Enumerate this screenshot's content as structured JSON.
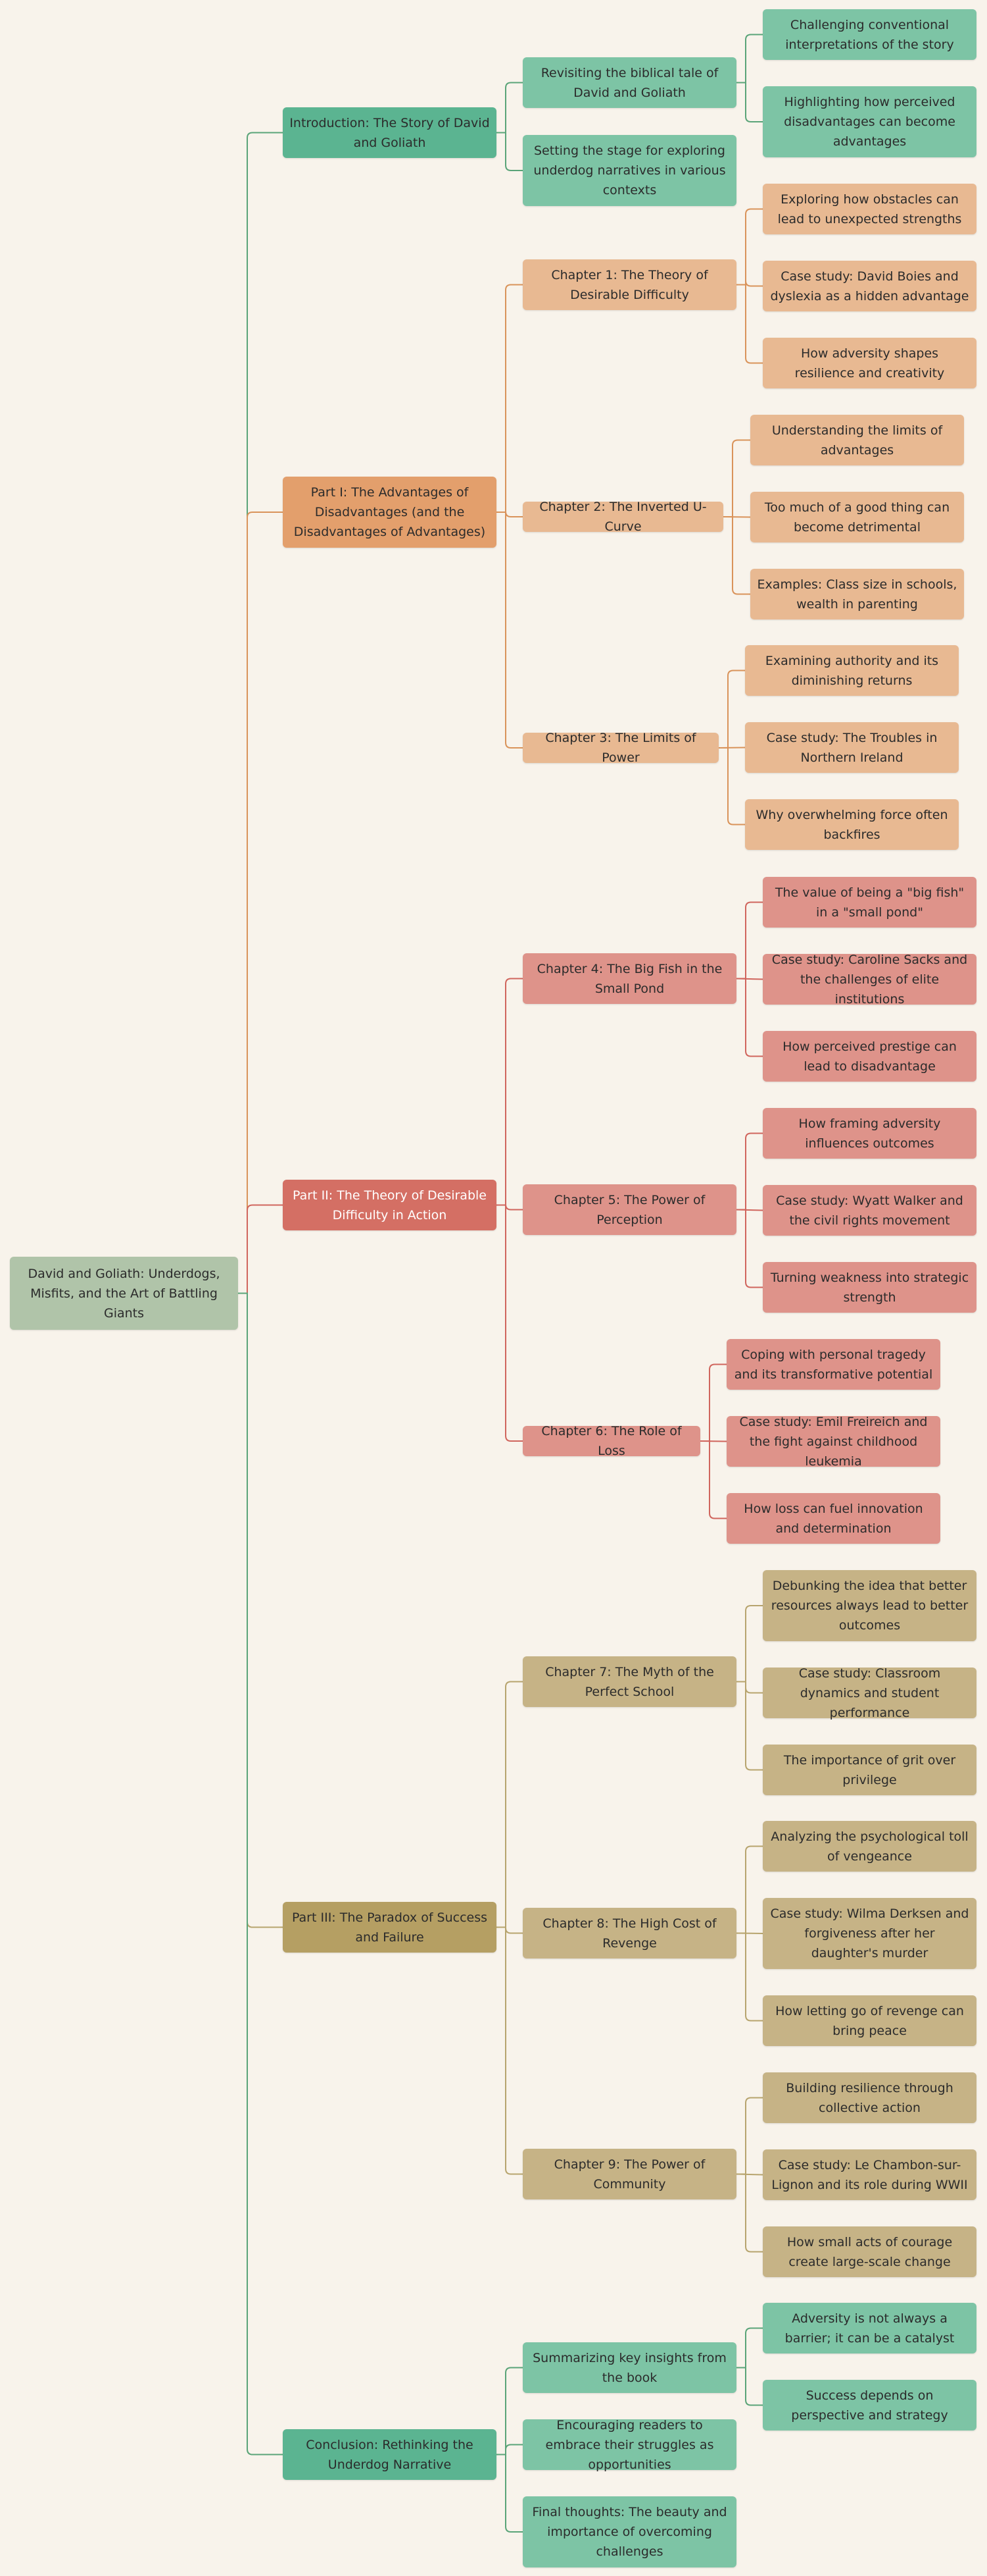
{
  "colors": {
    "root": "#b0c4a9",
    "intro_main": "#5bb491",
    "intro_sub": "#7dc4a5",
    "p1_main": "#e39f6c",
    "p1_sub": "#e8b992",
    "p2_main": "#d46f64",
    "p2_sub": "#de938a",
    "p3_main": "#b59f63",
    "p3_sub": "#c6b386",
    "concl_main": "#5bb491",
    "concl_sub": "#7dc4a5",
    "line_green": "#5aa478",
    "line_orange": "#d9935a",
    "line_red": "#d0655d",
    "line_olive": "#b7a46e",
    "background": "#f8f3eb"
  },
  "mindmap": {
    "root": "David and Goliath: Underdogs, Misfits, and the Art of Battling Giants",
    "intro": {
      "label": "Introduction: The Story of David and Goliath",
      "c1": {
        "label": "Revisiting the biblical tale of David and Goliath",
        "l1": "Challenging conventional interpretations of the story",
        "l2": "Highlighting how perceived disadvantages can become advantages"
      },
      "c2": {
        "label": "Setting the stage for exploring underdog narratives in various contexts"
      }
    },
    "p1": {
      "label": "Part I: The Advantages of Disadvantages (and the Disadvantages of Advantages)",
      "ch1": {
        "label": "Chapter 1: The Theory of Desirable Difficulty",
        "l1": "Exploring how obstacles can lead to unexpected strengths",
        "l2": "Case study: David Boies and dyslexia as a hidden advantage",
        "l3": "How adversity shapes resilience and creativity"
      },
      "ch2": {
        "label": "Chapter 2: The Inverted U-Curve",
        "l1": "Understanding the limits of advantages",
        "l2": "Too much of a good thing can become detrimental",
        "l3": "Examples: Class size in schools, wealth in parenting"
      },
      "ch3": {
        "label": "Chapter 3: The Limits of Power",
        "l1": "Examining authority and its diminishing returns",
        "l2": "Case study: The Troubles in Northern Ireland",
        "l3": "Why overwhelming force often backfires"
      }
    },
    "p2": {
      "label": "Part II: The Theory of Desirable Difficulty in Action",
      "ch4": {
        "label": "Chapter 4: The Big Fish in the Small Pond",
        "l1": "The value of being a \"big fish\" in a \"small pond\"",
        "l2": "Case study: Caroline Sacks and the challenges of elite institutions",
        "l3": "How perceived prestige can lead to disadvantage"
      },
      "ch5": {
        "label": "Chapter 5: The Power of Perception",
        "l1": "How framing adversity influences outcomes",
        "l2": "Case study: Wyatt Walker and the civil rights movement",
        "l3": "Turning weakness into strategic strength"
      },
      "ch6": {
        "label": "Chapter 6: The Role of Loss",
        "l1": "Coping with personal tragedy and its transformative potential",
        "l2": "Case study: Emil Freireich and the fight against childhood leukemia",
        "l3": "How loss can fuel innovation and determination"
      }
    },
    "p3": {
      "label": "Part III: The Paradox of Success and Failure",
      "ch7": {
        "label": "Chapter 7: The Myth of the Perfect School",
        "l1": "Debunking the idea that better resources always lead to better outcomes",
        "l2": "Case study: Classroom dynamics and student performance",
        "l3": "The importance of grit over privilege"
      },
      "ch8": {
        "label": "Chapter 8: The High Cost of Revenge",
        "l1": "Analyzing the psychological toll of vengeance",
        "l2": "Case study: Wilma Derksen and forgiveness after her daughter's murder",
        "l3": "How letting go of revenge can bring peace"
      },
      "ch9": {
        "label": "Chapter 9: The Power of Community",
        "l1": "Building resilience through collective action",
        "l2": "Case study: Le Chambon-sur-Lignon and its role during WWII",
        "l3": "How small acts of courage create large-scale change"
      }
    },
    "concl": {
      "label": "Conclusion: Rethinking the Underdog Narrative",
      "c1": {
        "label": "Summarizing key insights from the book",
        "l1": "Adversity is not always a barrier; it can be a catalyst",
        "l2": "Success depends on perspective and strategy"
      },
      "c2": {
        "label": "Encouraging readers to embrace their struggles as opportunities"
      },
      "c3": {
        "label": "Final thoughts: The beauty and importance of overcoming challenges"
      }
    }
  }
}
